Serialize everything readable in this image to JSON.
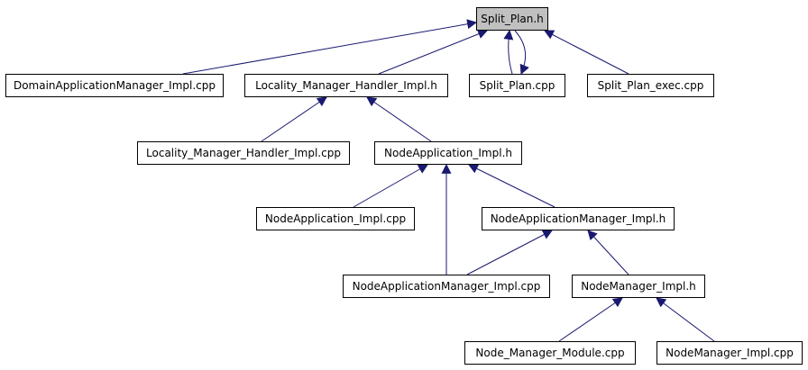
{
  "diagram": {
    "accent_color": "#191970",
    "focus_fill": "#c0c0c0",
    "nodes": {
      "split_plan_h": "Split_Plan.h",
      "domain_app_mgr_cpp": "DomainApplicationManager_Impl.cpp",
      "locality_mgr_h": "Locality_Manager_Handler_Impl.h",
      "split_plan_cpp": "Split_Plan.cpp",
      "split_plan_exec_cpp": "Split_Plan_exec.cpp",
      "locality_mgr_cpp": "Locality_Manager_Handler_Impl.cpp",
      "nodeapp_h": "NodeApplication_Impl.h",
      "nodeapp_cpp": "NodeApplication_Impl.cpp",
      "nodeappmgr_h": "NodeApplicationManager_Impl.h",
      "nodeappmgr_cpp": "NodeApplicationManager_Impl.cpp",
      "nodemgr_h": "NodeManager_Impl.h",
      "node_mgr_module_cpp": "Node_Manager_Module.cpp",
      "nodemgr_cpp": "NodeManager_Impl.cpp"
    }
  }
}
